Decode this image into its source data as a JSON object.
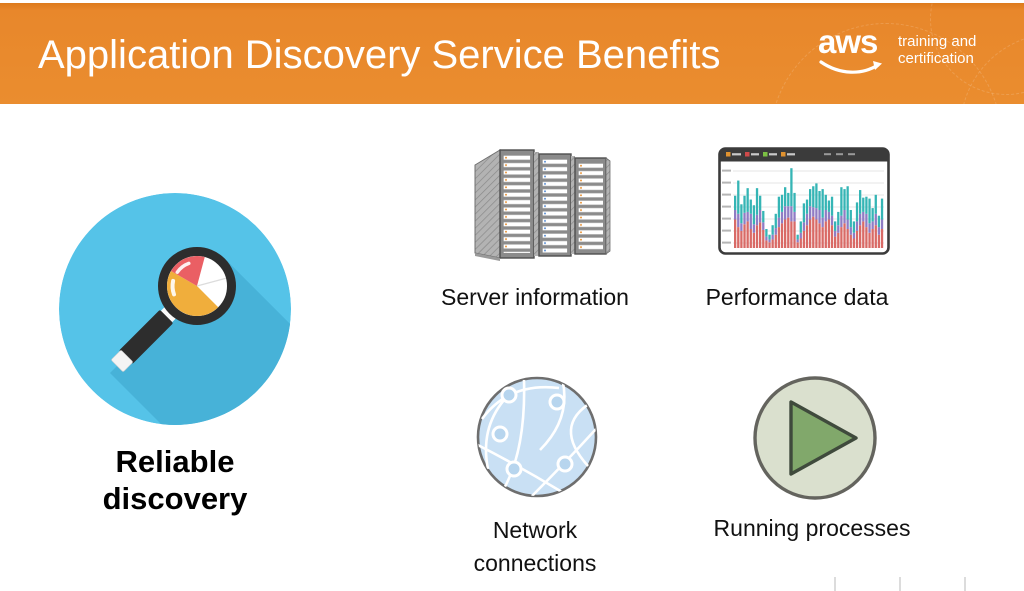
{
  "slide": {
    "title": "Application Discovery Service Benefits",
    "logo": {
      "brand": "aws",
      "tagline_line1": "training and",
      "tagline_line2": "certification"
    },
    "items": {
      "reliable": {
        "label_line1": "Reliable",
        "label_line2": "discovery"
      },
      "server": {
        "label": "Server information"
      },
      "performance": {
        "label": "Performance data"
      },
      "network": {
        "label_line1": "Network",
        "label_line2": "connections"
      },
      "processes": {
        "label": "Running processes"
      }
    },
    "colors": {
      "header_orange": "#e8872b",
      "header_orange_dark_edge": "#dd7a1c",
      "title_text": "#ffffff",
      "label_text": "#111111",
      "reliable_circle_blue": "#55c3e8",
      "reliable_shadow_blue": "#47b2d8",
      "pie_red": "#ea5f64",
      "pie_yellow": "#f0ae3c",
      "magnifier_black": "#2d2d2d",
      "network_fill": "#c9e0f4",
      "network_node_fill": "#b7d5ee",
      "process_circle_fill": "#dae0ce",
      "process_triangle_fill": "#81a86b",
      "server_body_gray": "#8b8b8b",
      "server_led_orange": "#e8953a",
      "server_led_blue": "#5b8fd4",
      "chart_bar_teal": "#35b5b5",
      "chart_bar_purple": "#8f7cc4",
      "chart_bar_red": "#d96a66"
    },
    "icon_names": [
      "magnifier-pie-icon",
      "server-racks-icon",
      "performance-chart-icon",
      "network-globe-icon",
      "play-circle-icon",
      "aws-smile-icon"
    ]
  },
  "performance_chart": {
    "type": "bar",
    "stacked": true,
    "gridlines": 7,
    "series_colors": {
      "red": "#d96a66",
      "purple": "#8f7cc4",
      "teal": "#35b5b5"
    },
    "red": [
      30,
      22,
      18,
      25,
      28,
      20,
      16,
      24,
      27,
      19,
      8,
      6,
      9,
      14,
      22,
      26,
      30,
      32,
      28,
      28,
      6,
      10,
      18,
      24,
      30,
      33,
      30,
      26,
      22,
      28,
      30,
      24,
      12,
      16,
      22,
      26,
      20,
      14,
      10,
      18,
      24,
      28,
      22,
      16,
      20,
      24,
      14,
      20
    ],
    "purple": [
      10,
      14,
      8,
      12,
      10,
      16,
      9,
      11,
      13,
      8,
      4,
      3,
      5,
      7,
      10,
      12,
      14,
      12,
      16,
      10,
      3,
      6,
      9,
      12,
      14,
      10,
      12,
      14,
      10,
      12,
      8,
      10,
      6,
      8,
      12,
      14,
      10,
      8,
      6,
      10,
      12,
      10,
      14,
      10,
      8,
      12,
      8,
      10
    ],
    "teal": [
      15,
      35,
      20,
      18,
      25,
      15,
      20,
      28,
      15,
      12,
      8,
      5,
      10,
      15,
      22,
      18,
      20,
      14,
      40,
      20,
      5,
      12,
      20,
      15,
      18,
      22,
      26,
      20,
      30,
      16,
      12,
      20,
      10,
      14,
      30,
      22,
      35,
      18,
      12,
      20,
      25,
      15,
      18,
      26,
      14,
      20,
      12,
      22
    ]
  },
  "server_icon": {
    "towers": 3,
    "rows_per_tower": 14,
    "led_colors": [
      "#e8953a",
      "#5b8fd4",
      "#e8953a"
    ]
  }
}
